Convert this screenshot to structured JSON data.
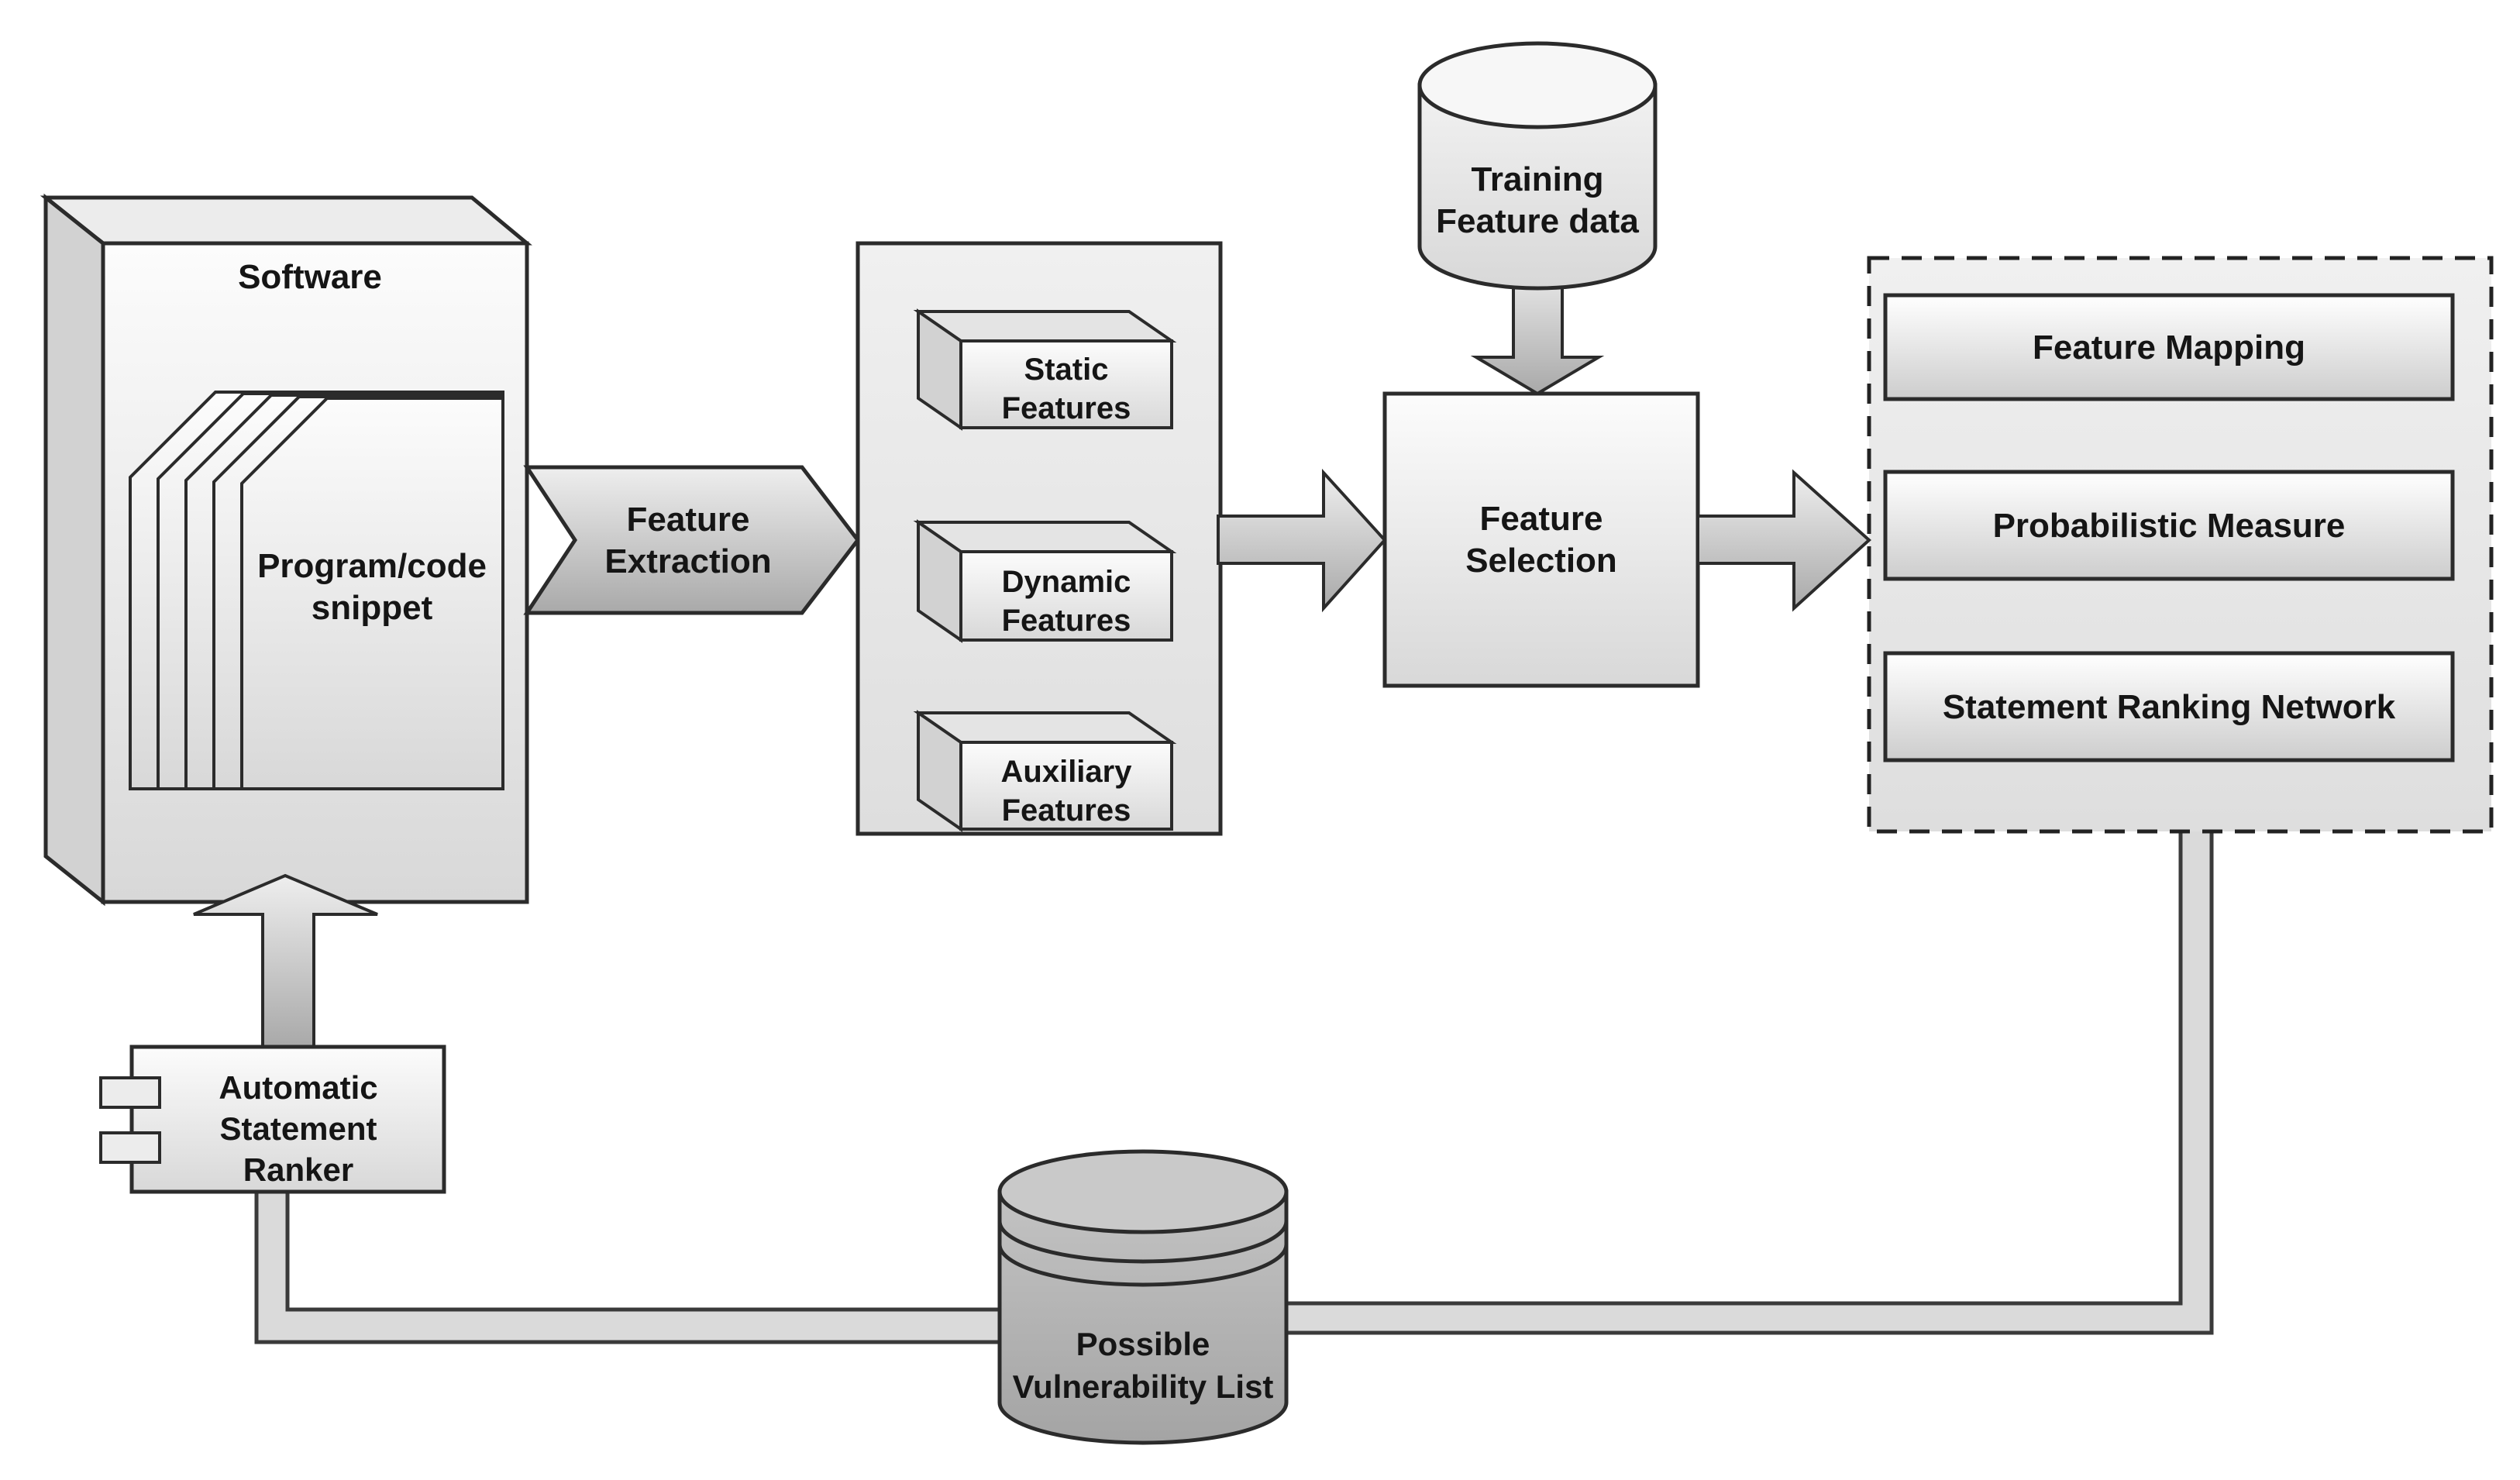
{
  "nodes": {
    "software": {
      "label": "Software"
    },
    "program_code_snippet": {
      "line1": "Program/code",
      "line2": "snippet"
    },
    "feature_extraction": {
      "line1": "Feature",
      "line2": "Extraction"
    },
    "static_features": {
      "line1": "Static",
      "line2": "Features"
    },
    "dynamic_features": {
      "line1": "Dynamic",
      "line2": "Features"
    },
    "auxiliary_features": {
      "line1": "Auxiliary",
      "line2": "Features"
    },
    "training_feature_data": {
      "line1": "Training",
      "line2": "Feature data"
    },
    "feature_selection": {
      "line1": "Feature",
      "line2": "Selection"
    },
    "feature_mapping": {
      "label": "Feature Mapping"
    },
    "probabilistic_measure": {
      "label": "Probabilistic Measure"
    },
    "statement_ranking_network": {
      "label": "Statement Ranking Network"
    },
    "automatic_statement_ranker": {
      "line1": "Automatic",
      "line2": "Statement",
      "line3": "Ranker"
    },
    "possible_vulnerability_list": {
      "line1": "Possible",
      "line2": "Vulnerability List"
    }
  },
  "colors": {
    "background": "#ffffff",
    "outline": "#2b2b2b",
    "fill_light": "#f5f5f5",
    "fill_mid": "#d6d6d6",
    "fill_arrow": "#bdbdbd",
    "fill_cylinder_dark": "#b3b3b3",
    "text": "#151515"
  }
}
